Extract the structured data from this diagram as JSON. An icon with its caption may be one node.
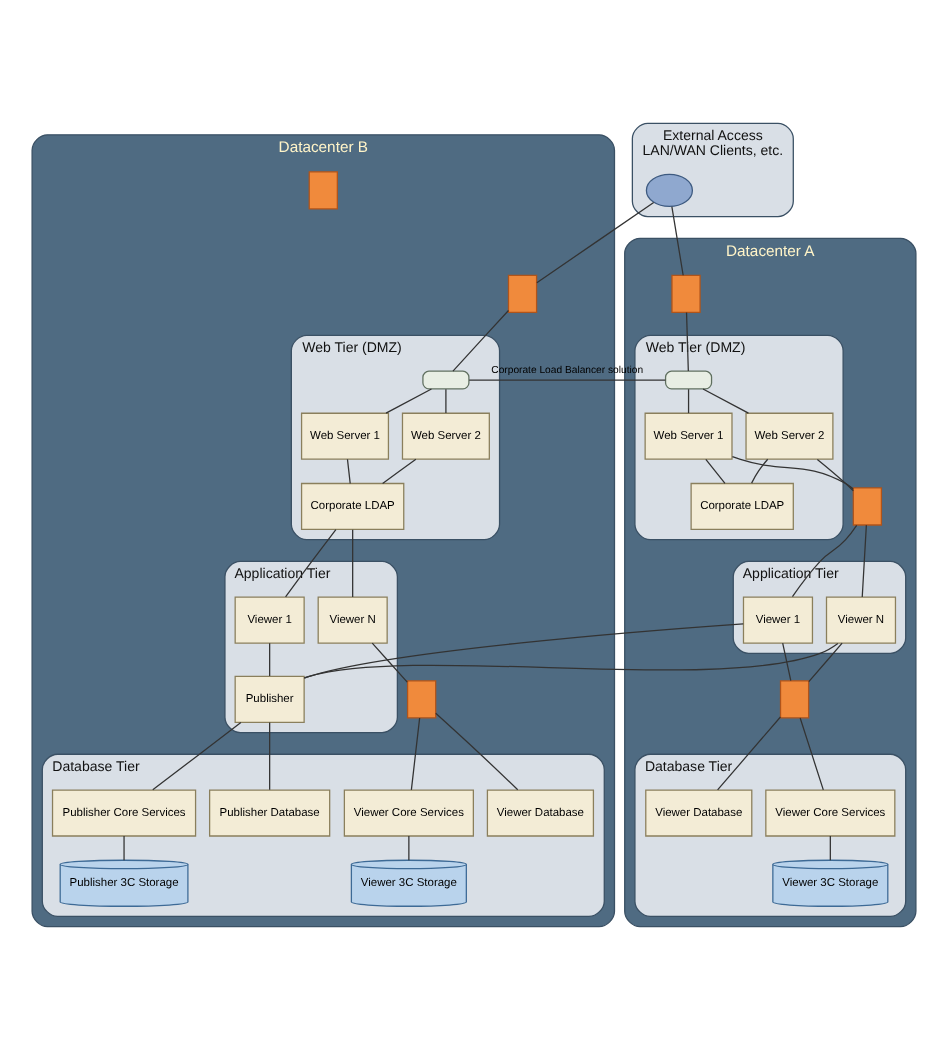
{
  "diagram": {
    "nodes": [
      {
        "text": [
          "Datacenter A"
        ]
      },
      {
        "text": [
          "Datacenter B"
        ]
      },
      {
        "text": [
          "External Access",
          "LAN/WAN Clients, etc."
        ]
      },
      {
        "text": [],
        "shape": "person",
        "in": 2
      },
      {
        "text": [],
        "shape": "wall",
        "in": 0
      },
      {
        "text": [
          "Web Tier (DMZ)"
        ],
        "in": 0
      },
      {
        "text": [],
        "shape": "box",
        "in": 5
      },
      {
        "text": [
          "Web Server 1"
        ],
        "in": 5
      },
      {
        "text": [
          "Web Server 2"
        ],
        "in": 5
      },
      {
        "text": [
          "Corporate LDAP"
        ],
        "in": 5
      },
      {
        "text": [],
        "shape": "wall",
        "in": 0
      },
      {
        "text": [
          "Application Tier"
        ],
        "in": 0
      },
      {
        "text": [
          "Viewer 1"
        ],
        "in": 11
      },
      {
        "text": [
          "Viewer N"
        ],
        "in": 11
      },
      {
        "text": [],
        "shape": "wall",
        "in": 0
      },
      {
        "text": [
          "Database Tier"
        ],
        "in": 0
      },
      {
        "text": [
          "Viewer Database"
        ],
        "in": 15
      },
      {
        "text": [
          "Viewer Core Services"
        ],
        "in": 15
      },
      {
        "text": [
          "Viewer 3C Storage"
        ],
        "in": 15
      },
      {
        "text": [],
        "shape": "wall",
        "in": 1
      },
      {
        "text": [
          "Web Tier (DMZ)"
        ],
        "in": 1
      },
      {
        "text": [],
        "shape": "box",
        "in": 20
      },
      {
        "text": [
          "Web Server 1"
        ],
        "in": 20
      },
      {
        "text": [
          "Web Server 2"
        ],
        "in": 20
      },
      {
        "text": [
          "Corporate LDAP"
        ],
        "in": 20
      },
      {
        "text": [],
        "shape": "wall",
        "in": 1
      },
      {
        "text": [
          "Application Tier"
        ],
        "in": 1
      },
      {
        "text": [
          "Viewer 1"
        ],
        "in": 26
      },
      {
        "text": [
          "Viewer N"
        ],
        "in": 26
      },
      {
        "text": [
          "Publisher"
        ],
        "in": 26
      },
      {
        "text": [],
        "shape": "wall",
        "in": 1
      },
      {
        "text": [
          "Database Tier"
        ],
        "in": 1
      },
      {
        "text": [
          "Publisher Core Services"
        ],
        "in": 31
      },
      {
        "text": [
          "Viewer Core Services"
        ],
        "in": 31
      },
      {
        "text": [
          "Publisher Database"
        ],
        "in": 31
      },
      {
        "text": [
          "Publisher 3C Storage"
        ],
        "in": 31
      },
      {
        "text": [
          "Viewer 3C Storage"
        ],
        "in": 31
      },
      {
        "text": [
          "Viewer Database"
        ],
        "in": 31
      }
    ],
    "edges": [
      {
        "from": 3,
        "to": 4,
        "arrow": "none"
      },
      {
        "from": 3,
        "to": 19,
        "arrow": "none"
      },
      {
        "from": 4,
        "to": 6,
        "arrow": "none"
      },
      {
        "from": 19,
        "to": 21,
        "arrow": "none"
      },
      {
        "from": 6,
        "to": 21,
        "arrow": "none",
        "label": "Corporate Load Balancer solution"
      },
      {
        "from": 6,
        "to": 7,
        "arrow": "none"
      },
      {
        "from": 6,
        "to": 8,
        "arrow": "none"
      },
      {
        "from": 7,
        "to": 9,
        "arrow": "none"
      },
      {
        "from": 8,
        "to": 9,
        "arrow": "none"
      },
      {
        "from": 7,
        "to": 10,
        "arrow": "none"
      },
      {
        "from": 8,
        "to": 10,
        "arrow": "none"
      },
      {
        "from": 10,
        "to": 12,
        "arrow": "none"
      },
      {
        "from": 10,
        "to": 13,
        "arrow": "none"
      },
      {
        "from": 12,
        "to": 29,
        "arrow": "none"
      },
      {
        "from": 13,
        "to": 29,
        "arrow": "none"
      },
      {
        "from": 12,
        "to": 14,
        "arrow": "none"
      },
      {
        "from": 13,
        "to": 14,
        "arrow": "none"
      },
      {
        "from": 14,
        "to": 16,
        "arrow": "none"
      },
      {
        "from": 14,
        "to": 17,
        "arrow": "none"
      },
      {
        "from": 17,
        "to": 18,
        "arrow": "none"
      },
      {
        "from": 21,
        "to": 22,
        "arrow": "none"
      },
      {
        "from": 21,
        "to": 23,
        "arrow": "none"
      },
      {
        "from": 22,
        "to": 24,
        "arrow": "none"
      },
      {
        "from": 23,
        "to": 24,
        "arrow": "none"
      },
      {
        "from": 24,
        "to": 27,
        "arrow": "none"
      },
      {
        "from": 24,
        "to": 28,
        "arrow": "none"
      },
      {
        "from": 27,
        "to": 29,
        "arrow": "none"
      },
      {
        "from": 28,
        "to": 30,
        "arrow": "none"
      },
      {
        "from": 29,
        "to": 32,
        "arrow": "none"
      },
      {
        "from": 29,
        "to": 34,
        "arrow": "none"
      },
      {
        "from": 32,
        "to": 35,
        "arrow": "none"
      },
      {
        "from": 30,
        "to": 33,
        "arrow": "none"
      },
      {
        "from": 30,
        "to": 37,
        "arrow": "none"
      },
      {
        "from": 33,
        "to": 36,
        "arrow": "none"
      }
    ]
  }
}
